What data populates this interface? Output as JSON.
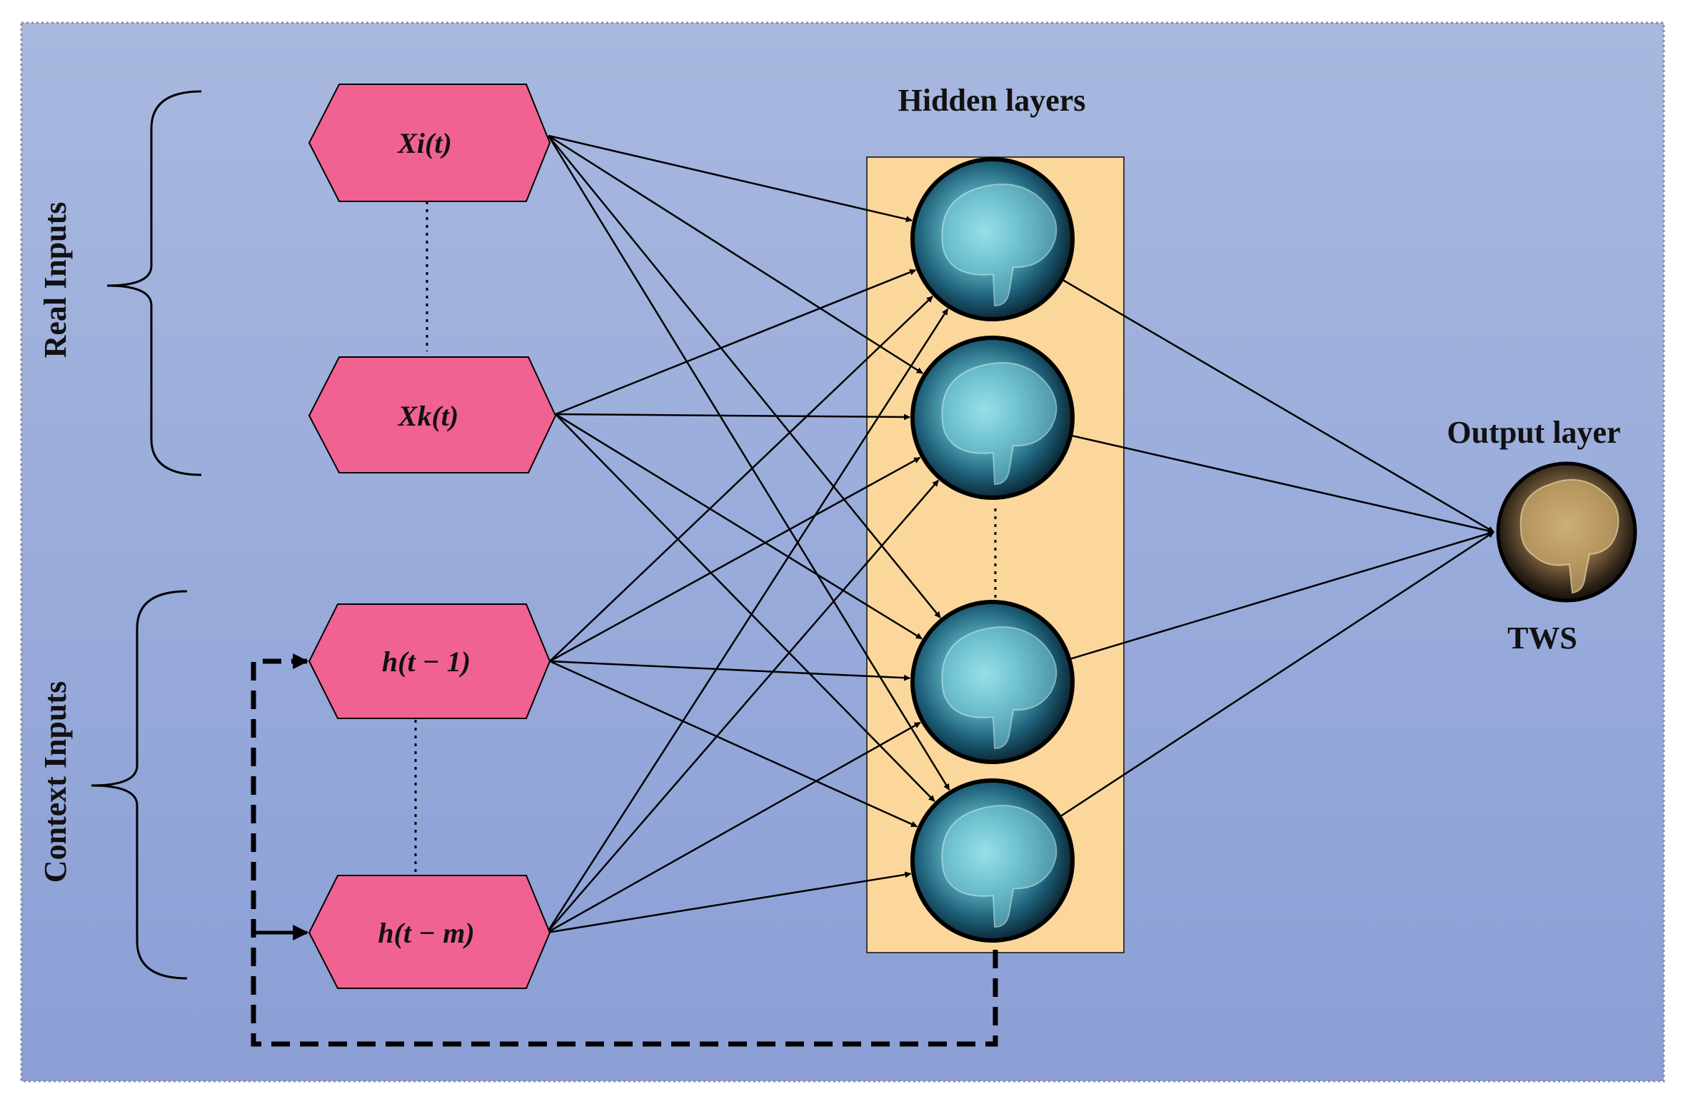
{
  "labels": {
    "real_inputs": "Real Inputs",
    "context_inputs": "Context  Inputs",
    "hidden_layers": "Hidden layers",
    "output_layer": "Output layer",
    "output_name": "TWS"
  },
  "nodes": {
    "inputs": [
      {
        "id": "xi",
        "label": "Xi(t)"
      },
      {
        "id": "xk",
        "label": "Xk(t)"
      },
      {
        "id": "h1",
        "label": "h(t − 1)"
      },
      {
        "id": "hm",
        "label": "h(t − m)"
      }
    ],
    "hidden_count": 4
  },
  "colors": {
    "background": "#9fb0dd",
    "input_fill": "#f06292",
    "hidden_panel": "#fbd79c",
    "edge": "#000000"
  }
}
